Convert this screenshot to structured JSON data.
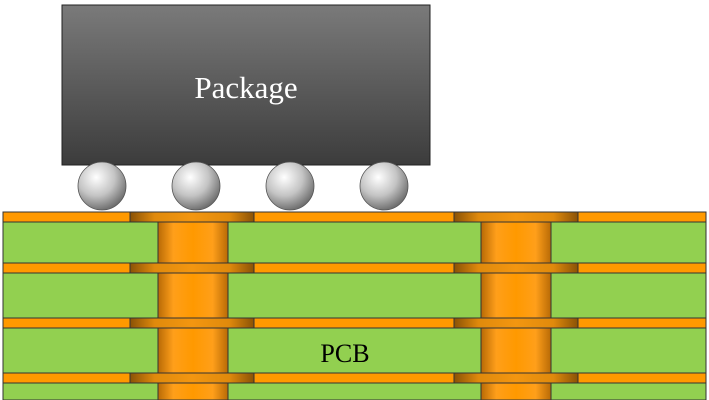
{
  "diagram": {
    "package": {
      "label": "Package"
    },
    "pcb": {
      "label": "PCB"
    },
    "solder_ball_count": 4,
    "copper_layer_count": 4,
    "via_count": 2,
    "colors": {
      "package_top": "#7a7a7a",
      "package_bottom": "#3c3c3c",
      "substrate": "#92d050",
      "copper": "#ff9900",
      "copper_dark": "#9a5a08",
      "solder_light": "#ffffff",
      "solder_dark": "#6e6e6e",
      "outline": "#222222"
    }
  }
}
